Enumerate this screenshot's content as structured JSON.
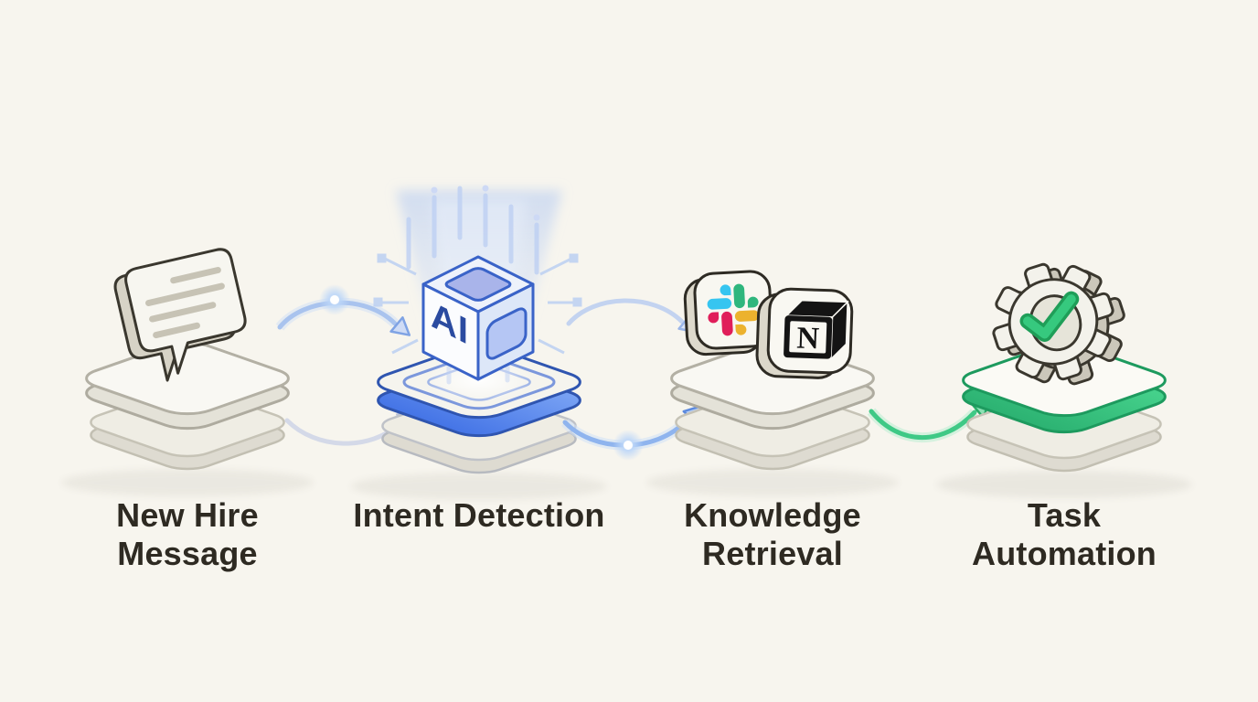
{
  "background": "#f7f5ee",
  "steps": [
    {
      "label": "New Hire Message",
      "icon": "speech-bubble-icon",
      "platform_style": "neutral"
    },
    {
      "label": "Intent Detection",
      "icon": "ai-cube-icon",
      "platform_style": "blue",
      "badge": "AI",
      "accent": "#4a77e8"
    },
    {
      "label": "Knowledge Retrieval",
      "icon": "app-tiles-icon",
      "platform_style": "neutral",
      "apps": [
        {
          "name": "Slack"
        },
        {
          "name": "Notion",
          "letter": "N"
        }
      ]
    },
    {
      "label": "Task Automation",
      "icon": "gear-check-icon",
      "platform_style": "green",
      "accent": "#2fbf71"
    }
  ],
  "connectors": [
    {
      "from": "New Hire Message",
      "to": "Intent Detection",
      "style": "double-curve",
      "color": "#a9c3ee"
    },
    {
      "from": "Intent Detection",
      "to": "Knowledge Retrieval",
      "style": "double-curve",
      "color": "#8fb4ee"
    },
    {
      "from": "Knowledge Retrieval",
      "to": "Task Automation",
      "style": "single-curve",
      "color": "#3fc986"
    }
  ],
  "colors": {
    "label_text": "#2e2a22",
    "outline": "#3a372e",
    "blue_accent": "#4a77e8",
    "green_accent": "#2fbf71",
    "slack_palette": [
      "#36C5F0",
      "#2EB67D",
      "#ECB22E",
      "#E01E5A"
    ],
    "notion_black": "#141414"
  }
}
